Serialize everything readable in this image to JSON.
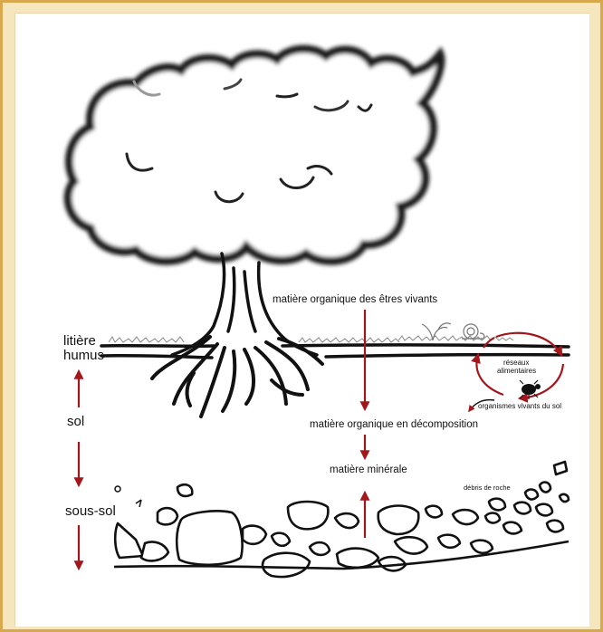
{
  "labels": {
    "litiere": "litière",
    "humus": "humus",
    "sol": "sol",
    "sous_sol": "sous-sol",
    "matiere_organique_vivants": "matière organique des êtres vivants",
    "matiere_decomposition": "matière organique en décomposition",
    "matiere_minerale": "matière minérale",
    "reseaux_line1": "réseaux",
    "reseaux_line2": "alimentaires",
    "organismes": "organismes vivants du sol",
    "debris": "débris de roche"
  },
  "colors": {
    "arrow_red": "#a3171c",
    "frame_gold": "#d8a84e",
    "frame_fill": "#f5e6bd",
    "ink": "#111111"
  },
  "icons": [
    "tree-icon",
    "beetle-icon",
    "snail-icon",
    "plant-icon",
    "rock-icon"
  ]
}
